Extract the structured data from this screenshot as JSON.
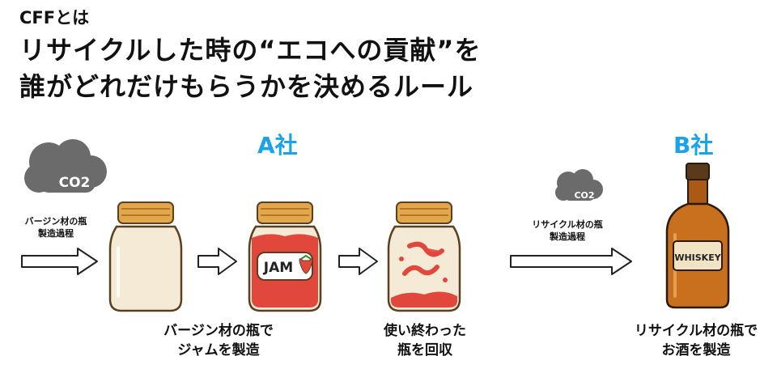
{
  "header": {
    "kicker": "CFFとは",
    "headline_line1": "リサイクルした時の“エコへの貢献”を",
    "headline_line2": "誰がどれだけもらうかを決めるルール"
  },
  "companies": {
    "a": "A社",
    "b": "B社"
  },
  "colors": {
    "accent": "#1aa3e8",
    "cloud": "#6b6b6b",
    "lid": "#e3a64a",
    "jam": "#e2473b",
    "whiskey": "#c8701e"
  },
  "clouds": {
    "big_label": "CO2",
    "small_label": "CO2"
  },
  "processes": {
    "virgin_line1": "バージン材の瓶",
    "virgin_line2": "製造過程",
    "recycled_line1": "リサイクル材の瓶",
    "recycled_line2": "製造過程"
  },
  "jar_labels": {
    "jam": "JAM"
  },
  "bottle_labels": {
    "whiskey": "WHISKEY"
  },
  "captions": {
    "make_jam_line1": "バージン材の瓶で",
    "make_jam_line2": "ジャムを製造",
    "collect_line1": "使い終わった",
    "collect_line2": "瓶を回収",
    "make_liquor_line1": "リサイクル材の瓶で",
    "make_liquor_line2": "お酒を製造"
  }
}
